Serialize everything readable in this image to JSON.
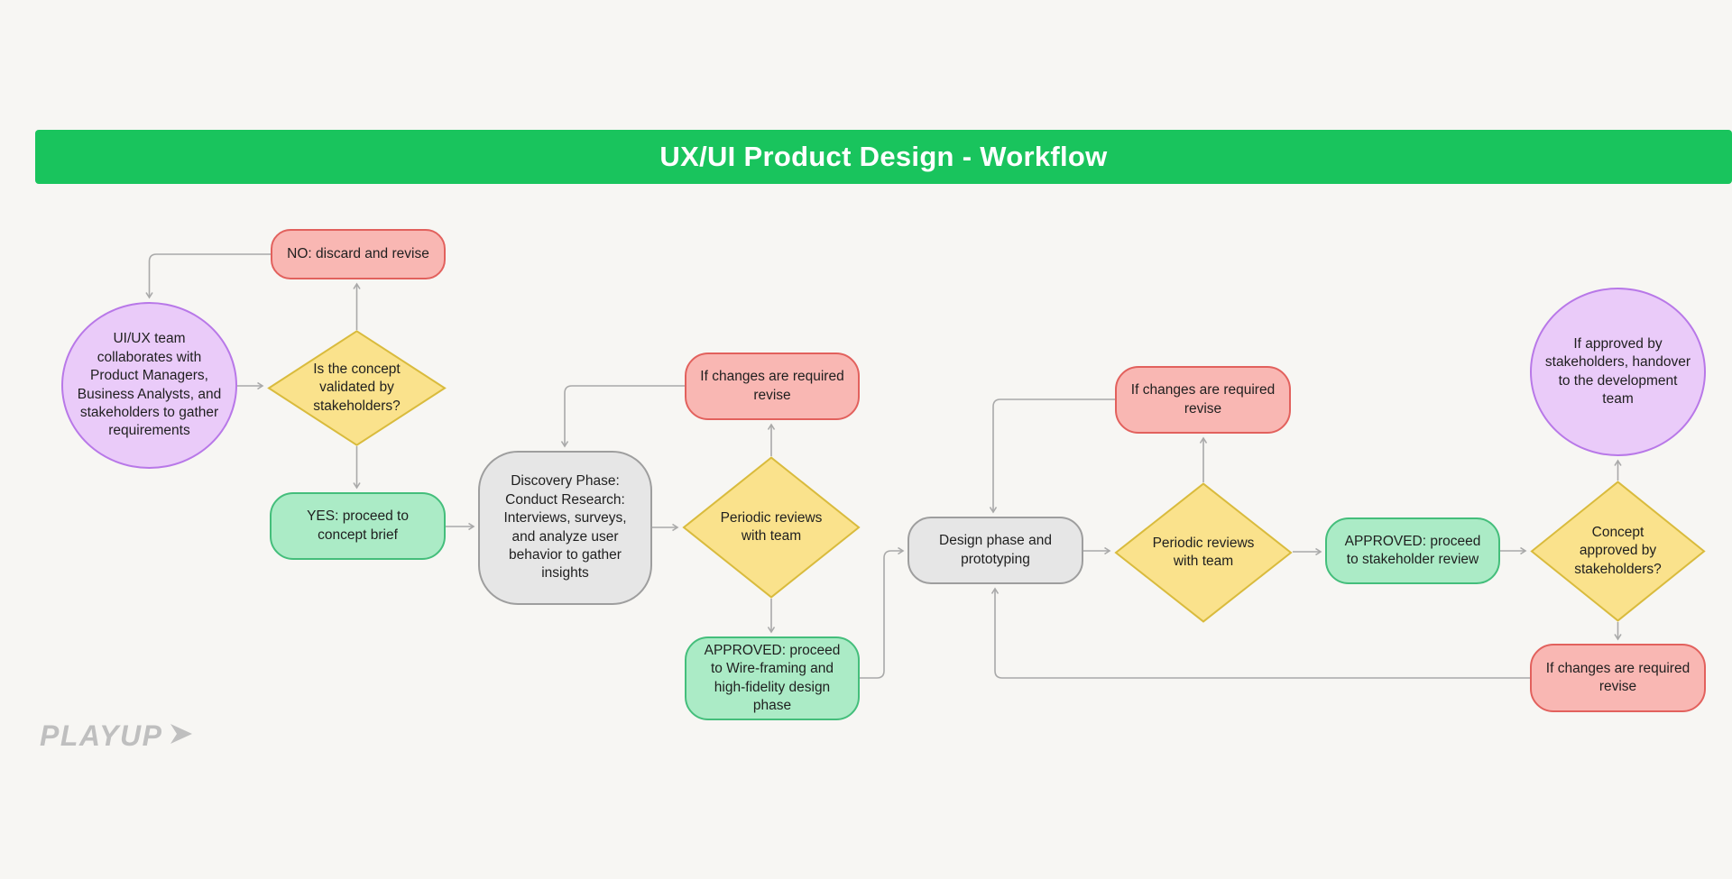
{
  "page": {
    "title": "UX/UI Product Design - Workflow",
    "logo_text": "PLAYUP"
  },
  "colors": {
    "background": "#F7F6F3",
    "banner": "#19C45D",
    "title_text": "#FFFFFF",
    "arrow": "#A9A9A9",
    "node_text": "#1F1F1F",
    "logo": "#BFBFBF",
    "purple_fill": "#EACBF9",
    "purple_border": "#B878E8",
    "pink_fill": "#F9B7B3",
    "pink_border": "#E2615D",
    "yellow_fill": "#FAE28C",
    "yellow_border": "#D9BB3D",
    "green_fill": "#ABEBC6",
    "green_border": "#44BE7B",
    "gray_fill": "#E6E6E6",
    "gray_border": "#9E9E9E"
  },
  "nodes": [
    {
      "shape": "circle",
      "palette": "purple",
      "label": "UI/UX team collaborates with Product Managers, Business Analysts, and stakeholders to gather requirements"
    },
    {
      "shape": "rect",
      "palette": "pink",
      "label": "NO: discard and revise"
    },
    {
      "shape": "diamond",
      "palette": "yellow",
      "label": "Is the concept validated by stakeholders?"
    },
    {
      "shape": "rect",
      "palette": "green",
      "label": "YES: proceed to concept brief"
    },
    {
      "shape": "rect",
      "palette": "gray",
      "label": "Discovery Phase: Conduct Research: Interviews, surveys, and analyze user behavior to gather insights"
    },
    {
      "shape": "rect",
      "palette": "pink",
      "label": "If changes are required revise"
    },
    {
      "shape": "diamond",
      "palette": "yellow",
      "label": "Periodic reviews with team"
    },
    {
      "shape": "rect",
      "palette": "green",
      "label": "APPROVED: proceed to Wire-framing and high-fidelity design phase"
    },
    {
      "shape": "rect",
      "palette": "gray",
      "label": "Design phase and prototyping"
    },
    {
      "shape": "rect",
      "palette": "pink",
      "label": "If changes are required revise"
    },
    {
      "shape": "diamond",
      "palette": "yellow",
      "label": "Periodic reviews with team"
    },
    {
      "shape": "rect",
      "palette": "green",
      "label": "APPROVED: proceed to stakeholder review"
    },
    {
      "shape": "diamond",
      "palette": "yellow",
      "label": "Concept approved by stakeholders?"
    },
    {
      "shape": "circle",
      "palette": "purple",
      "label": "If approved by stakeholders, handover to the development team"
    },
    {
      "shape": "rect",
      "palette": "pink",
      "label": "If changes are required revise"
    }
  ]
}
